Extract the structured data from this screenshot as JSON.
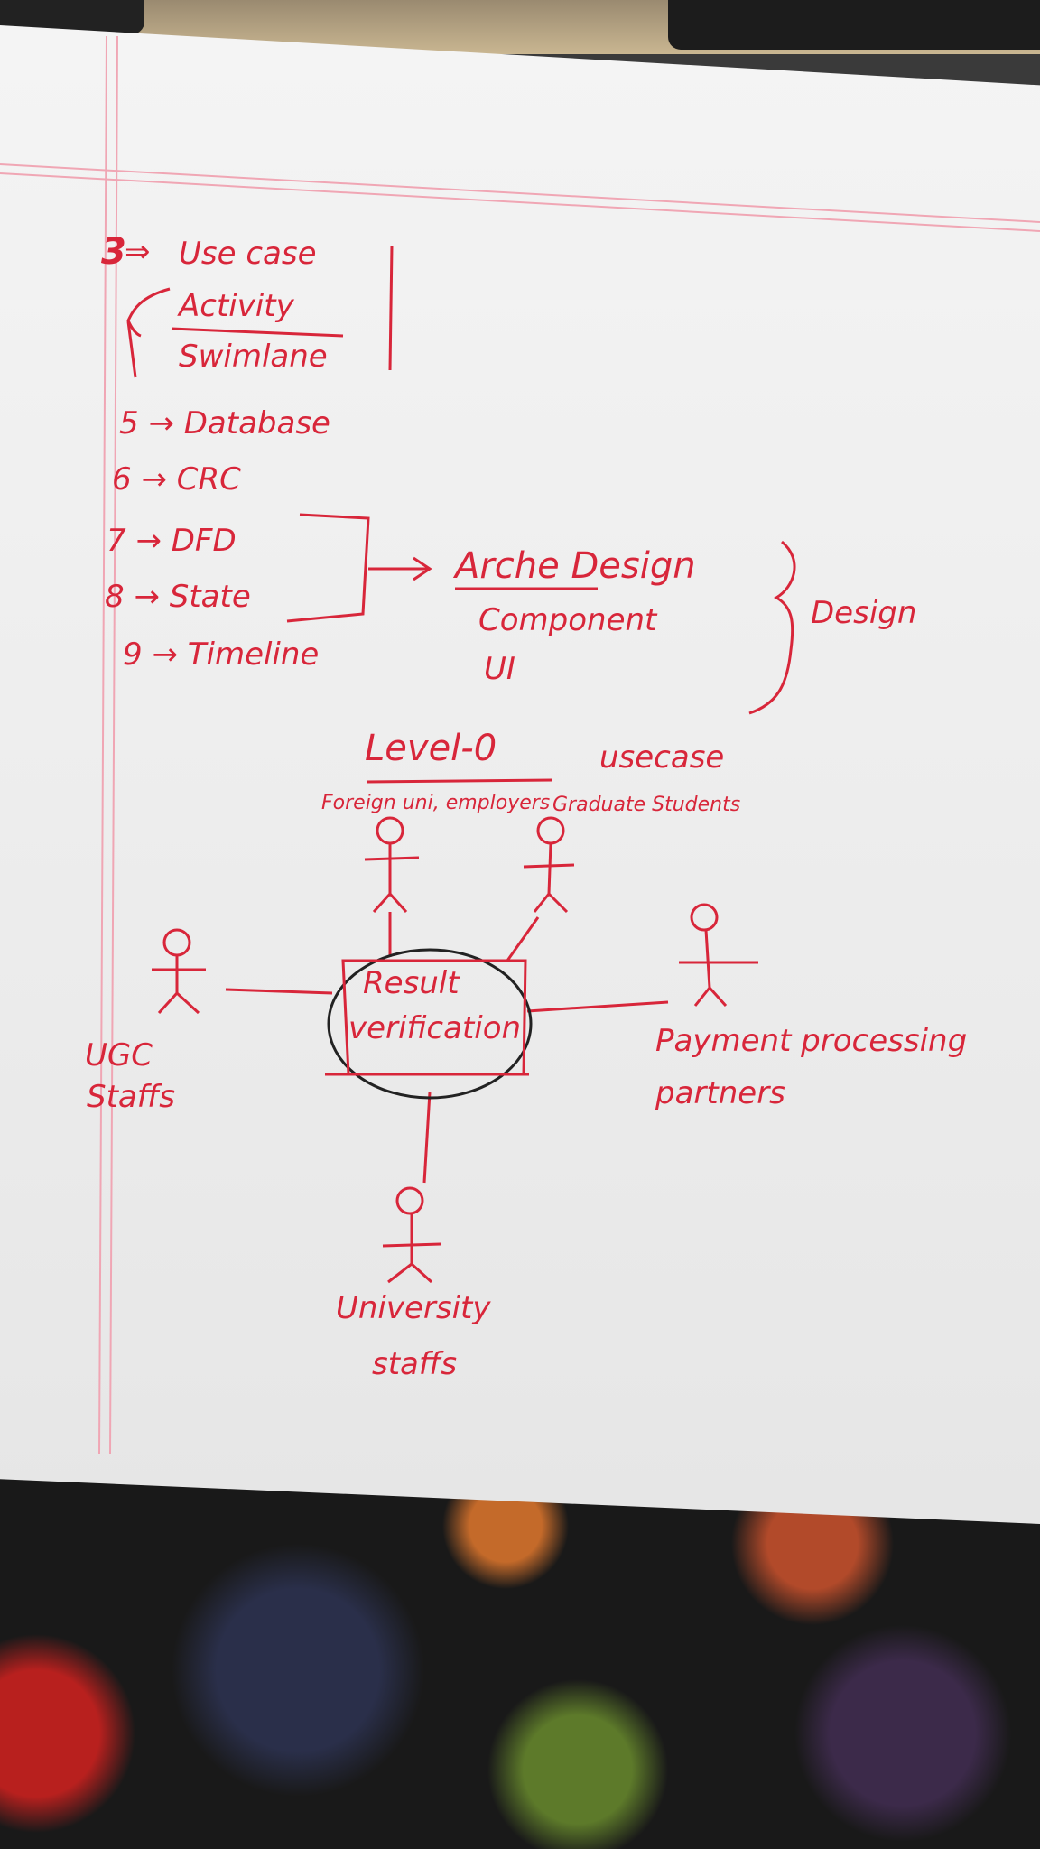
{
  "notes": {
    "item3_num": "3",
    "item3_label": "Use case",
    "activity": "Activity",
    "swimlane": "Swimlane",
    "item5": "5 → Database",
    "item6": "6 → CRC",
    "item7": "7 → DFD",
    "item8": "8 → State",
    "item9": "9 → Timeline",
    "arch_design": "Arche Design",
    "component": "Component",
    "ui": "UI",
    "design": "Design"
  },
  "diagram": {
    "title": "Level-0",
    "subtitle": "usecase",
    "use_case": {
      "line1": "Result",
      "line2": "verification"
    },
    "actors": [
      {
        "id": "foreign",
        "label": "Foreign uni, employers"
      },
      {
        "id": "graduate",
        "label": "Graduate Students"
      },
      {
        "id": "ugc",
        "label_line1": "UGC",
        "label_line2": "Staffs"
      },
      {
        "id": "payment",
        "label_line1": "Payment processing",
        "label_line2": "partners"
      },
      {
        "id": "university",
        "label_line1": "University",
        "label_line2": "staffs"
      }
    ]
  },
  "colors": {
    "ink": "#d8263a",
    "pencil": "#222222",
    "margin_line": "#f0a6b4"
  }
}
